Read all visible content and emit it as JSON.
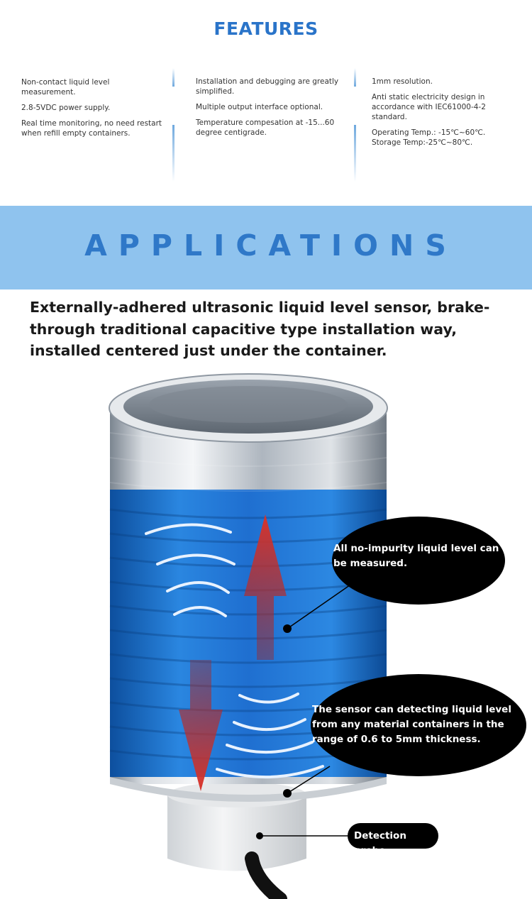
{
  "features": {
    "title": "FEATURES",
    "columns": [
      {
        "items": [
          "Non-contact liquid level measurement.",
          "2.8-5VDC power supply.",
          "Real time monitoring, no need restart when refill empty containers."
        ]
      },
      {
        "items": [
          "Installation and debugging are greatly simplified.",
          "Multiple output interface optional.",
          "Temperature compesation at -15...60 degree centigrade."
        ]
      },
      {
        "items": [
          "1mm resolution.",
          "Anti static electricity design in accordance with IEC61000-4-2 standard.",
          "Operating Temp.: -15℃~60℃.",
          "Storage Temp:-25℃~80℃."
        ]
      }
    ]
  },
  "applications": {
    "title": "APPLICATIONS",
    "description": "Externally-adhered ultrasonic liquid level sensor, brake-through traditional capacitive type installation way, installed centered just under the container."
  },
  "callouts": {
    "liquid": "All no-impurity liquid level can be measured.",
    "container": "The sensor can detecting liquid level from any material containers in the range of 0.6 to 5mm thickness.",
    "probe": "Detection probe"
  },
  "colors": {
    "accent": "#2a74c9",
    "banner": "#8fc3ee",
    "liquid": "#1f6fd0",
    "arrow": "#c8302a"
  },
  "icons": [
    "tin-can-image",
    "detection-probe-image",
    "sound-wave-icon",
    "arrow-up-icon",
    "arrow-down-icon"
  ]
}
